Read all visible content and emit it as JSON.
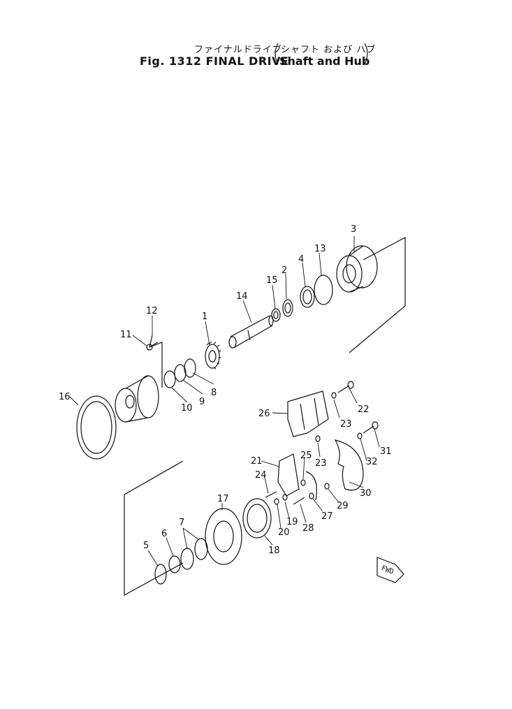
{
  "header": {
    "title_jp_main": "ファイナルドライブ",
    "title_jp_sub": "シャフト および ハブ",
    "fig_label": "Fig. 1312",
    "title_en_main": "FINAL DRIVE",
    "title_en_sub": "Shaft and Hub"
  },
  "fwd_label": "FWD",
  "callouts": {
    "c1": "1",
    "c2": "2",
    "c3": "3",
    "c4": "4",
    "c5": "5",
    "c6": "6",
    "c7": "7",
    "c8": "8",
    "c9": "9",
    "c10": "10",
    "c11": "11",
    "c12": "12",
    "c13": "13",
    "c14": "14",
    "c15": "15",
    "c16": "16",
    "c17": "17",
    "c18": "18",
    "c19": "19",
    "c20": "20",
    "c21": "21",
    "c22": "22",
    "c23a": "23",
    "c23b": "23",
    "c24": "24",
    "c25": "25",
    "c26": "26",
    "c27": "27",
    "c28": "28",
    "c29": "29",
    "c30": "30",
    "c31": "31",
    "c32": "32"
  }
}
